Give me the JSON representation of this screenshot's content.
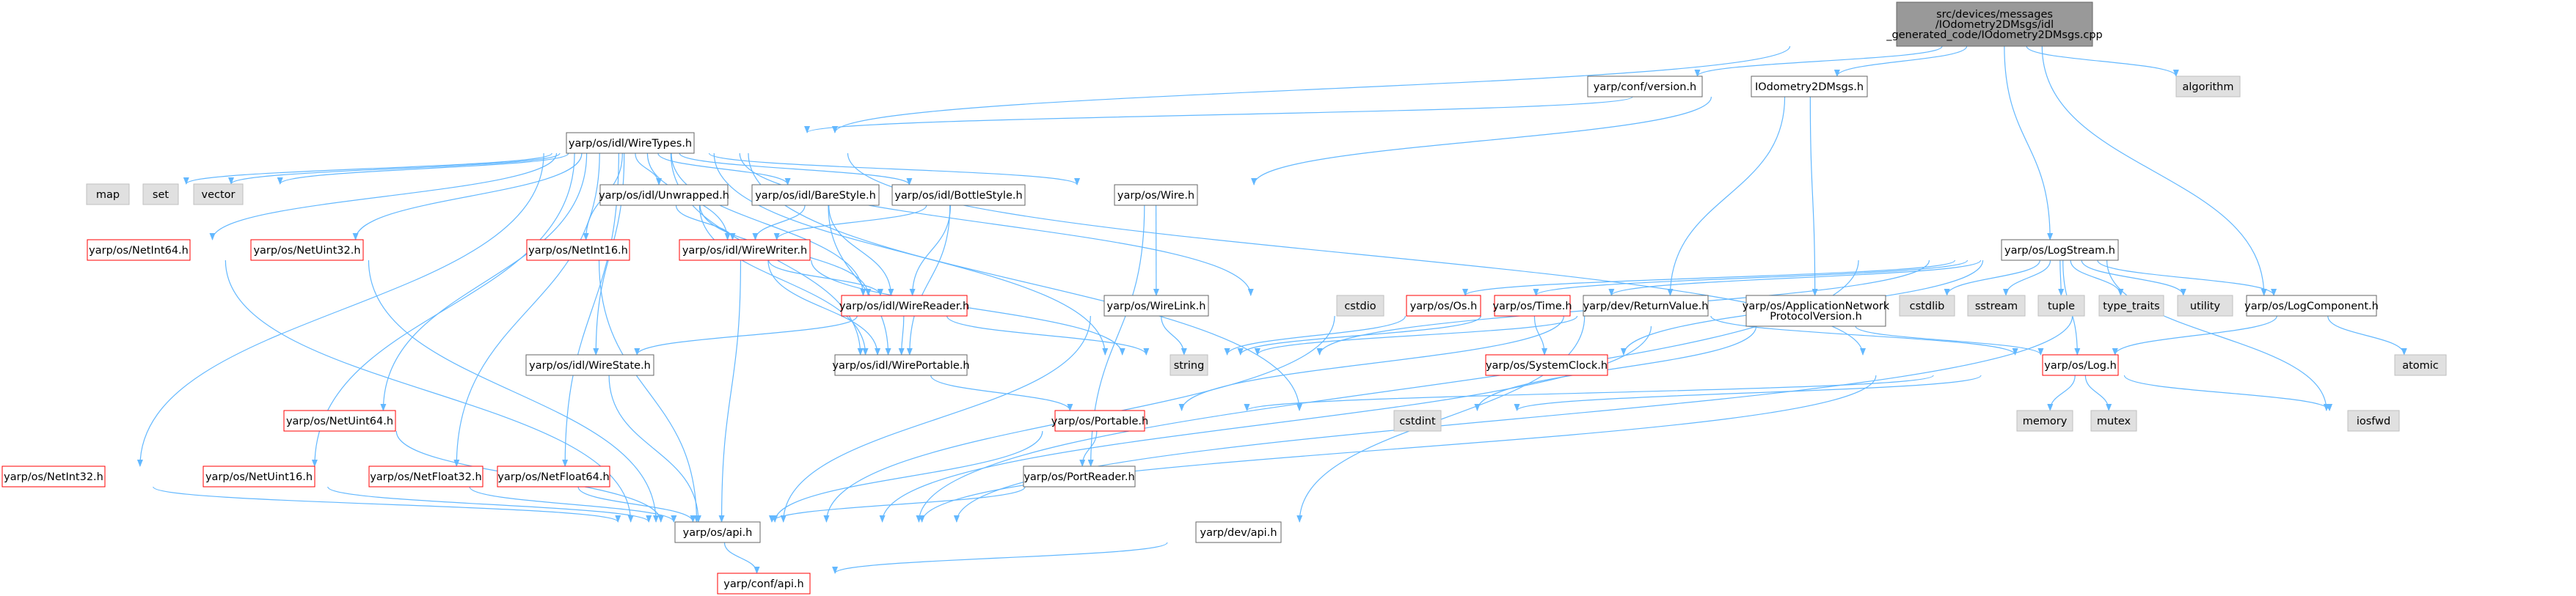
{
  "colors": {
    "edge": "#63b8ff",
    "node_border_normal": "#666666",
    "node_border_missing": "#bfbfbf",
    "node_border_undoc": "#ff0000",
    "node_fill_root": "#999999",
    "node_fill_missing": "#e0e0e0",
    "node_fill": "#ffffff"
  },
  "nodes": [
    {
      "id": "root",
      "lines": [
        "src/devices/messages",
        "/IOdometry2DMsgs/idl",
        "_generated_code/IOdometry2DMsgs.cpp"
      ],
      "style": "root"
    },
    {
      "id": "confversion",
      "lines": [
        "yarp/conf/version.h"
      ],
      "style": "normal"
    },
    {
      "id": "iodomh",
      "lines": [
        "IOdometry2DMsgs.h"
      ],
      "style": "normal"
    },
    {
      "id": "algorithm",
      "lines": [
        "algorithm"
      ],
      "style": "missing"
    },
    {
      "id": "wiretypes",
      "lines": [
        "yarp/os/idl/WireTypes.h"
      ],
      "style": "normal"
    },
    {
      "id": "map",
      "lines": [
        "map"
      ],
      "style": "missing"
    },
    {
      "id": "set",
      "lines": [
        "set"
      ],
      "style": "missing"
    },
    {
      "id": "vector",
      "lines": [
        "vector"
      ],
      "style": "missing"
    },
    {
      "id": "unwrapped",
      "lines": [
        "yarp/os/idl/Unwrapped.h"
      ],
      "style": "normal"
    },
    {
      "id": "barestyle",
      "lines": [
        "yarp/os/idl/BareStyle.h"
      ],
      "style": "normal"
    },
    {
      "id": "bottlestyle",
      "lines": [
        "yarp/os/idl/BottleStyle.h"
      ],
      "style": "normal"
    },
    {
      "id": "wireh",
      "lines": [
        "yarp/os/Wire.h"
      ],
      "style": "normal"
    },
    {
      "id": "netint64",
      "lines": [
        "yarp/os/NetInt64.h"
      ],
      "style": "undoc"
    },
    {
      "id": "netuint32",
      "lines": [
        "yarp/os/NetUint32.h"
      ],
      "style": "undoc"
    },
    {
      "id": "netint16",
      "lines": [
        "yarp/os/NetInt16.h"
      ],
      "style": "undoc"
    },
    {
      "id": "wirewriter",
      "lines": [
        "yarp/os/idl/WireWriter.h"
      ],
      "style": "undoc"
    },
    {
      "id": "wirereader",
      "lines": [
        "yarp/os/idl/WireReader.h"
      ],
      "style": "undoc"
    },
    {
      "id": "wirelink",
      "lines": [
        "yarp/os/WireLink.h"
      ],
      "style": "normal"
    },
    {
      "id": "cstdio",
      "lines": [
        "cstdio"
      ],
      "style": "missing"
    },
    {
      "id": "logstream",
      "lines": [
        "yarp/os/LogStream.h"
      ],
      "style": "normal"
    },
    {
      "id": "oshh",
      "lines": [
        "yarp/os/Os.h"
      ],
      "style": "undoc"
    },
    {
      "id": "timeh",
      "lines": [
        "yarp/os/Time.h"
      ],
      "style": "undoc"
    },
    {
      "id": "returnvalue",
      "lines": [
        "yarp/dev/ReturnValue.h"
      ],
      "style": "normal"
    },
    {
      "id": "appnet",
      "lines": [
        "yarp/os/ApplicationNetwork",
        "ProtocolVersion.h"
      ],
      "style": "normal"
    },
    {
      "id": "cstdlib",
      "lines": [
        "cstdlib"
      ],
      "style": "missing"
    },
    {
      "id": "sstream",
      "lines": [
        "sstream"
      ],
      "style": "missing"
    },
    {
      "id": "tuple",
      "lines": [
        "tuple"
      ],
      "style": "missing"
    },
    {
      "id": "typetraits",
      "lines": [
        "type_traits"
      ],
      "style": "missing"
    },
    {
      "id": "utility",
      "lines": [
        "utility"
      ],
      "style": "missing"
    },
    {
      "id": "logcomponent",
      "lines": [
        "yarp/os/LogComponent.h"
      ],
      "style": "normal"
    },
    {
      "id": "atomic",
      "lines": [
        "atomic"
      ],
      "style": "missing"
    },
    {
      "id": "wirestate",
      "lines": [
        "yarp/os/idl/WireState.h"
      ],
      "style": "normal"
    },
    {
      "id": "wireportable",
      "lines": [
        "yarp/os/idl/WirePortable.h"
      ],
      "style": "normal"
    },
    {
      "id": "string",
      "lines": [
        "string"
      ],
      "style": "missing"
    },
    {
      "id": "systemclock",
      "lines": [
        "yarp/os/SystemClock.h"
      ],
      "style": "undoc"
    },
    {
      "id": "logh",
      "lines": [
        "yarp/os/Log.h"
      ],
      "style": "undoc"
    },
    {
      "id": "netuint64",
      "lines": [
        "yarp/os/NetUint64.h"
      ],
      "style": "undoc"
    },
    {
      "id": "portable",
      "lines": [
        "yarp/os/Portable.h"
      ],
      "style": "undoc"
    },
    {
      "id": "cstdint",
      "lines": [
        "cstdint"
      ],
      "style": "missing"
    },
    {
      "id": "memory",
      "lines": [
        "memory"
      ],
      "style": "missing"
    },
    {
      "id": "mutex",
      "lines": [
        "mutex"
      ],
      "style": "missing"
    },
    {
      "id": "iosfwd",
      "lines": [
        "iosfwd"
      ],
      "style": "missing"
    },
    {
      "id": "netint32",
      "lines": [
        "yarp/os/NetInt32.h"
      ],
      "style": "undoc"
    },
    {
      "id": "netuint16",
      "lines": [
        "yarp/os/NetUint16.h"
      ],
      "style": "undoc"
    },
    {
      "id": "netfloat32",
      "lines": [
        "yarp/os/NetFloat32.h"
      ],
      "style": "undoc"
    },
    {
      "id": "netfloat64",
      "lines": [
        "yarp/os/NetFloat64.h"
      ],
      "style": "undoc"
    },
    {
      "id": "portreader",
      "lines": [
        "yarp/os/PortReader.h"
      ],
      "style": "normal"
    },
    {
      "id": "apih",
      "lines": [
        "yarp/os/api.h"
      ],
      "style": "normal"
    },
    {
      "id": "devapi",
      "lines": [
        "yarp/dev/api.h"
      ],
      "style": "normal"
    },
    {
      "id": "confapi",
      "lines": [
        "yarp/conf/api.h"
      ],
      "style": "undoc"
    }
  ],
  "edges": [
    [
      "root",
      "confversion"
    ],
    [
      "root",
      "iodomh"
    ],
    [
      "root",
      "algorithm"
    ],
    [
      "root",
      "wiretypes"
    ],
    [
      "root",
      "logstream"
    ],
    [
      "root",
      "logcomponent"
    ],
    [
      "iodomh",
      "wiretypes"
    ],
    [
      "iodomh",
      "wireh"
    ],
    [
      "iodomh",
      "returnvalue"
    ],
    [
      "iodomh",
      "appnet"
    ],
    [
      "wiretypes",
      "map"
    ],
    [
      "wiretypes",
      "set"
    ],
    [
      "wiretypes",
      "vector"
    ],
    [
      "wiretypes",
      "unwrapped"
    ],
    [
      "wiretypes",
      "barestyle"
    ],
    [
      "wiretypes",
      "bottlestyle"
    ],
    [
      "wiretypes",
      "wireh"
    ],
    [
      "wiretypes",
      "netint64"
    ],
    [
      "wiretypes",
      "netuint32"
    ],
    [
      "wiretypes",
      "netint16"
    ],
    [
      "wiretypes",
      "wirewriter"
    ],
    [
      "wiretypes",
      "wirereader"
    ],
    [
      "wiretypes",
      "cstdio"
    ],
    [
      "wiretypes",
      "wirestate"
    ],
    [
      "wiretypes",
      "wireportable"
    ],
    [
      "wiretypes",
      "string"
    ],
    [
      "wiretypes",
      "cstdint"
    ],
    [
      "wiretypes",
      "netuint64"
    ],
    [
      "wiretypes",
      "netint32"
    ],
    [
      "wiretypes",
      "netuint16"
    ],
    [
      "wiretypes",
      "netfloat32"
    ],
    [
      "wiretypes",
      "netfloat64"
    ],
    [
      "wiretypes",
      "logh"
    ],
    [
      "unwrapped",
      "wirewriter"
    ],
    [
      "unwrapped",
      "wirereader"
    ],
    [
      "unwrapped",
      "wireportable"
    ],
    [
      "barestyle",
      "wirewriter"
    ],
    [
      "barestyle",
      "wirereader"
    ],
    [
      "barestyle",
      "wireportable"
    ],
    [
      "bottlestyle",
      "wirewriter"
    ],
    [
      "bottlestyle",
      "wirereader"
    ],
    [
      "bottlestyle",
      "wireportable"
    ],
    [
      "wireh",
      "wirelink"
    ],
    [
      "wireh",
      "portreader"
    ],
    [
      "netint64",
      "apih"
    ],
    [
      "netuint32",
      "apih"
    ],
    [
      "netint16",
      "apih"
    ],
    [
      "wirewriter",
      "wirereader"
    ],
    [
      "wirewriter",
      "wireportable"
    ],
    [
      "wirewriter",
      "string"
    ],
    [
      "wirewriter",
      "apih"
    ],
    [
      "wirereader",
      "wireportable"
    ],
    [
      "wirereader",
      "wirestate"
    ],
    [
      "wirereader",
      "string"
    ],
    [
      "wirelink",
      "string"
    ],
    [
      "wirelink",
      "apih"
    ],
    [
      "logstream",
      "cstdio"
    ],
    [
      "logstream",
      "string"
    ],
    [
      "logstream",
      "oshh"
    ],
    [
      "logstream",
      "timeh"
    ],
    [
      "logstream",
      "cstdlib"
    ],
    [
      "logstream",
      "sstream"
    ],
    [
      "logstream",
      "tuple"
    ],
    [
      "logstream",
      "typetraits"
    ],
    [
      "logstream",
      "utility"
    ],
    [
      "logstream",
      "logcomponent"
    ],
    [
      "logstream",
      "logh"
    ],
    [
      "logstream",
      "iosfwd"
    ],
    [
      "logstream",
      "apih"
    ],
    [
      "logstream",
      "systemclock"
    ],
    [
      "oshh",
      "string"
    ],
    [
      "oshh",
      "apih"
    ],
    [
      "timeh",
      "systemclock"
    ],
    [
      "timeh",
      "string"
    ],
    [
      "returnvalue",
      "string"
    ],
    [
      "returnvalue",
      "portable"
    ],
    [
      "returnvalue",
      "devapi"
    ],
    [
      "returnvalue",
      "logh"
    ],
    [
      "appnet",
      "logh"
    ],
    [
      "appnet",
      "cstdint"
    ],
    [
      "appnet",
      "apih"
    ],
    [
      "logcomponent",
      "logh"
    ],
    [
      "logcomponent",
      "atomic"
    ],
    [
      "logcomponent",
      "apih"
    ],
    [
      "wirestate",
      "apih"
    ],
    [
      "wireportable",
      "portable"
    ],
    [
      "logh",
      "portable"
    ],
    [
      "logh",
      "memory"
    ],
    [
      "logh",
      "mutex"
    ],
    [
      "logh",
      "iosfwd"
    ],
    [
      "logh",
      "apih"
    ],
    [
      "logh",
      "cstdint"
    ],
    [
      "netuint64",
      "apih"
    ],
    [
      "portable",
      "portreader"
    ],
    [
      "portable",
      "apih"
    ],
    [
      "portreader",
      "apih"
    ],
    [
      "netint32",
      "apih"
    ],
    [
      "netuint16",
      "apih"
    ],
    [
      "netfloat32",
      "apih"
    ],
    [
      "netfloat64",
      "apih"
    ],
    [
      "apih",
      "confapi"
    ],
    [
      "devapi",
      "confapi"
    ]
  ]
}
